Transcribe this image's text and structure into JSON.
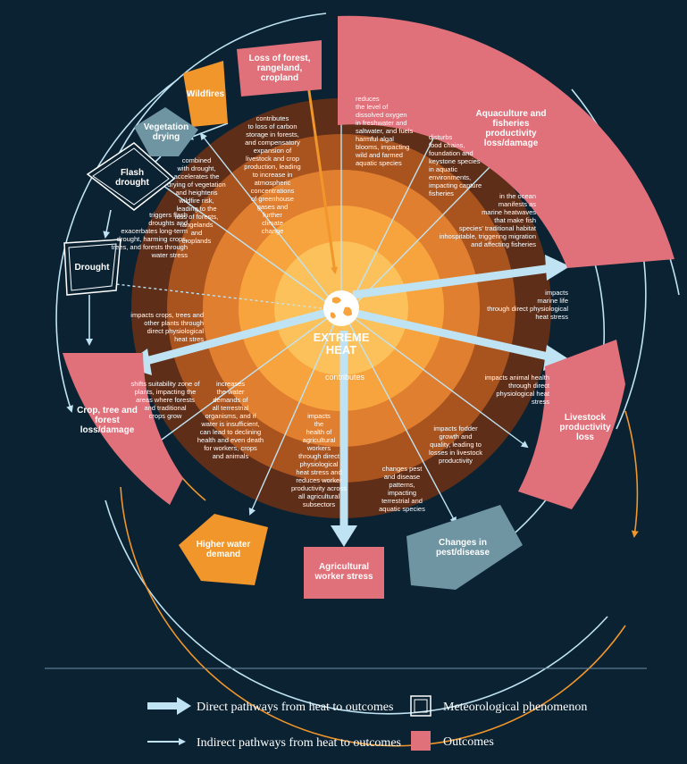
{
  "center": {
    "line1": "EXTREME",
    "line2": "HEAT",
    "icon": "globe-icon",
    "sub": "contributes"
  },
  "colors": {
    "background": "#0b2233",
    "outcome": "#e0707a",
    "phenomenon": "#0b2233",
    "wildfire": "#f0962a",
    "water": "#f0962a",
    "vegetation": "#6f95a3",
    "pest": "#6f95a3",
    "arrow": "#bfe3f2",
    "ring1": "#fcc15b",
    "ring2": "#f7a33e",
    "ring3": "#e07f2f",
    "ring4": "#a9541f",
    "ring5": "#5e2e18"
  },
  "nodes": {
    "loss_forest": [
      "Loss of forest,",
      "rangeland,",
      "cropland"
    ],
    "wildfires": [
      "Wildfires"
    ],
    "vegetation_drying": [
      "Vegetation",
      "drying"
    ],
    "flash_drought": [
      "Flash",
      "drought"
    ],
    "drought": [
      "Drought"
    ],
    "aquaculture": [
      "Aquaculture and",
      "fisheries",
      "productivity",
      "loss/damage"
    ],
    "livestock": [
      "Livestock",
      "productivity",
      "loss"
    ],
    "crop": [
      "Crop, tree and",
      "forest",
      "loss/damage"
    ],
    "water_demand": [
      "Higher water",
      "demand"
    ],
    "worker_stress": [
      "Agricultural",
      "worker stress"
    ],
    "pest": [
      "Changes in",
      "pest/disease"
    ]
  },
  "annotations": {
    "contributes_carbon": [
      "contributes",
      "to loss of carbon",
      "storage in forests,",
      "and compensatory",
      "expansion of",
      "livestock and crop",
      "production, leading",
      "to increase in",
      "atmospheric",
      "concentrations",
      "of greenhouse",
      "gases and",
      "further",
      "climate",
      "change"
    ],
    "reduces_oxygen": [
      "reduces",
      "the level of",
      "dissolved oxygen",
      "in freshwater and",
      "saltwater, and fuels",
      "harmful algal",
      "blooms, impacting",
      "wild and farmed",
      "aquatic species"
    ],
    "disturbs_food": [
      "disturbs",
      "food chains,",
      "foundation and",
      "keystone species",
      "in aquatic",
      "environments,",
      "impacting capture",
      "fisheries"
    ],
    "combined_drought": [
      "combined",
      "with drought,",
      "accelerates the",
      "drying of vegetation",
      "and heightens",
      "wildfire risk,",
      "leading to the",
      "loss of forests,",
      "rangelands",
      "and",
      "croplands"
    ],
    "triggers_flash": [
      "triggers flash",
      "droughts and",
      "exacerbates long-term",
      "drought, harming crops,",
      "trees, and forests through",
      "water stress"
    ],
    "ocean_heatwaves": [
      "in the ocean",
      "manifests as",
      "marine heatwaves",
      "that make fish",
      "species' traditional habitat",
      "inhospitable, triggering migration",
      "and affecting fisheries"
    ],
    "impacts_marine": [
      "impacts",
      "marine life",
      "through direct physiological",
      "heat stress"
    ],
    "impacts_crops": [
      "impacts crops, trees and",
      "other plants through",
      "direct physiological",
      "heat stres"
    ],
    "impacts_animal": [
      "impacts animal health",
      "through direct",
      "physiological heat",
      "stress"
    ],
    "shifts_suitability": [
      "shifts suitability zone of",
      "plants, impacting the",
      "areas where forests",
      "and traditional",
      "crops grow"
    ],
    "increases_water": [
      "increases",
      "the water",
      "demands of",
      "all terrestrial",
      "organisms, and if",
      "water is insufficient,",
      "can lead to declining",
      "health and even death",
      "for workers, crops",
      "and animals"
    ],
    "impacts_health": [
      "impacts",
      "the",
      "health of",
      "agricultural",
      "workers",
      "through direct",
      "physiological",
      "heat stress and",
      "reduces worker",
      "productivity across",
      "all agricultural",
      "subsectors"
    ],
    "impacts_fodder": [
      "impacts fodder",
      "growth and",
      "quality, leading to",
      "losses in livestock",
      "productivity"
    ],
    "changes_pest": [
      "changes pest",
      "and disease",
      "patterns,",
      "impacting",
      "terrestrial and",
      "aquatic species"
    ]
  },
  "legend": {
    "direct": "Direct pathways from heat to outcomes",
    "indirect": "Indirect pathways from heat to outcomes",
    "phenomenon": "Meteorological phenomenon",
    "outcomes": "Outcomes"
  }
}
